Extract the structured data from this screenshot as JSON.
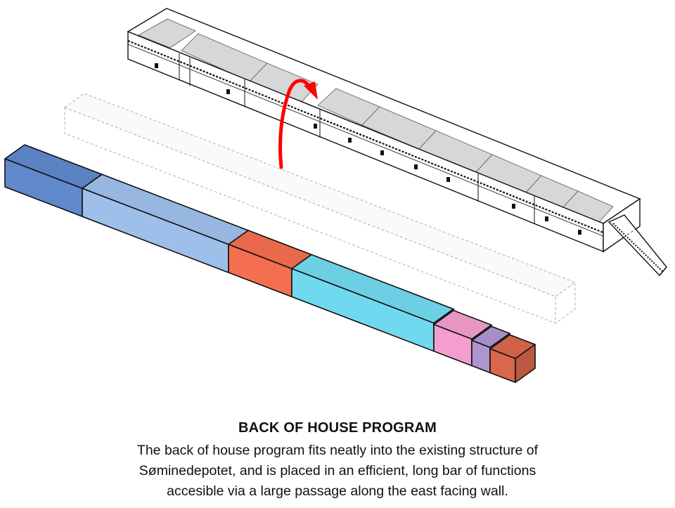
{
  "caption": {
    "title": "BACK OF HOUSE PROGRAM",
    "lines": [
      "The back of house program fits neatly into the existing structure of",
      "Søminedepotet, and is placed in an efficient, long bar of functions",
      "accesible via a large passage along the east facing wall."
    ]
  },
  "program_blocks": [
    {
      "name": "block-1",
      "color": "#5b82c2"
    },
    {
      "name": "block-2",
      "color": "#97b6e0"
    },
    {
      "name": "block-3",
      "color": "#e8694c"
    },
    {
      "name": "block-4",
      "color": "#6ccfe4"
    },
    {
      "name": "block-5",
      "color": "#e796c4"
    },
    {
      "name": "block-6",
      "color": "#a58fc6"
    },
    {
      "name": "block-7",
      "color": "#cf6248"
    }
  ],
  "arrow": {
    "color": "#ff0000"
  }
}
